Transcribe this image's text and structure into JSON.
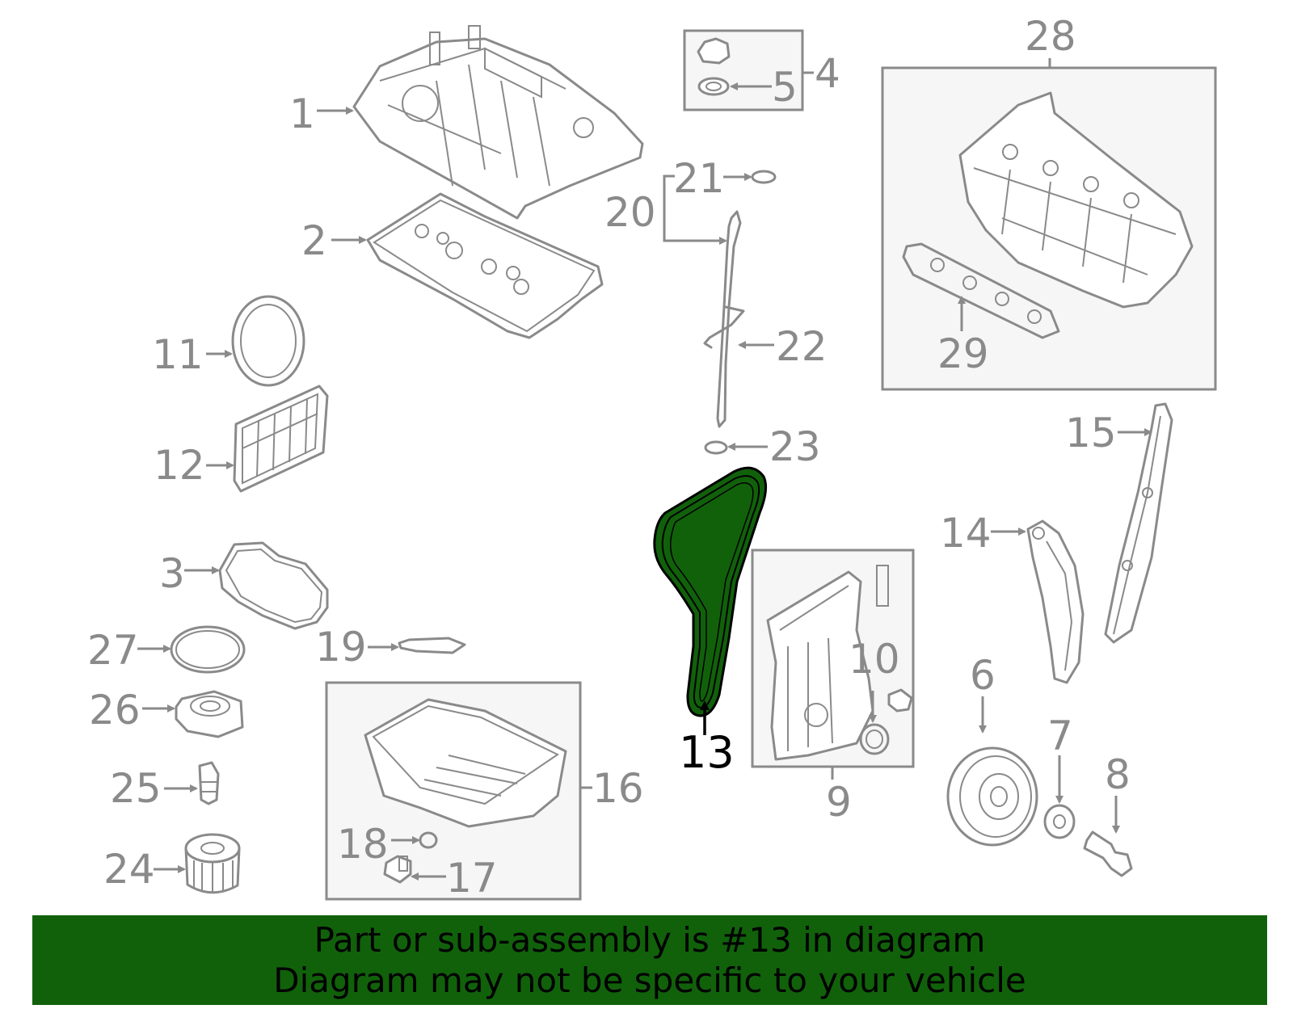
{
  "callouts": {
    "c1": "1",
    "c2": "2",
    "c3": "3",
    "c4": "4",
    "c5": "5",
    "c6": "6",
    "c7": "7",
    "c8": "8",
    "c9": "9",
    "c10": "10",
    "c11": "11",
    "c12": "12",
    "c13": "13",
    "c14": "14",
    "c15": "15",
    "c16": "16",
    "c17": "17",
    "c18": "18",
    "c19": "19",
    "c20": "20",
    "c21": "21",
    "c22": "22",
    "c23": "23",
    "c24": "24",
    "c25": "25",
    "c26": "26",
    "c27": "27",
    "c28": "28",
    "c29": "29"
  },
  "highlighted_part": "13",
  "colors": {
    "highlight": "#11610b",
    "line": "#8a8a8a",
    "box_fill": "#f6f6f6",
    "banner": "#11610b",
    "banner_text": "#000000"
  },
  "banner": {
    "line1": "Part or sub-assembly is #13 in diagram",
    "line2": "Diagram may not be specific to your vehicle"
  }
}
